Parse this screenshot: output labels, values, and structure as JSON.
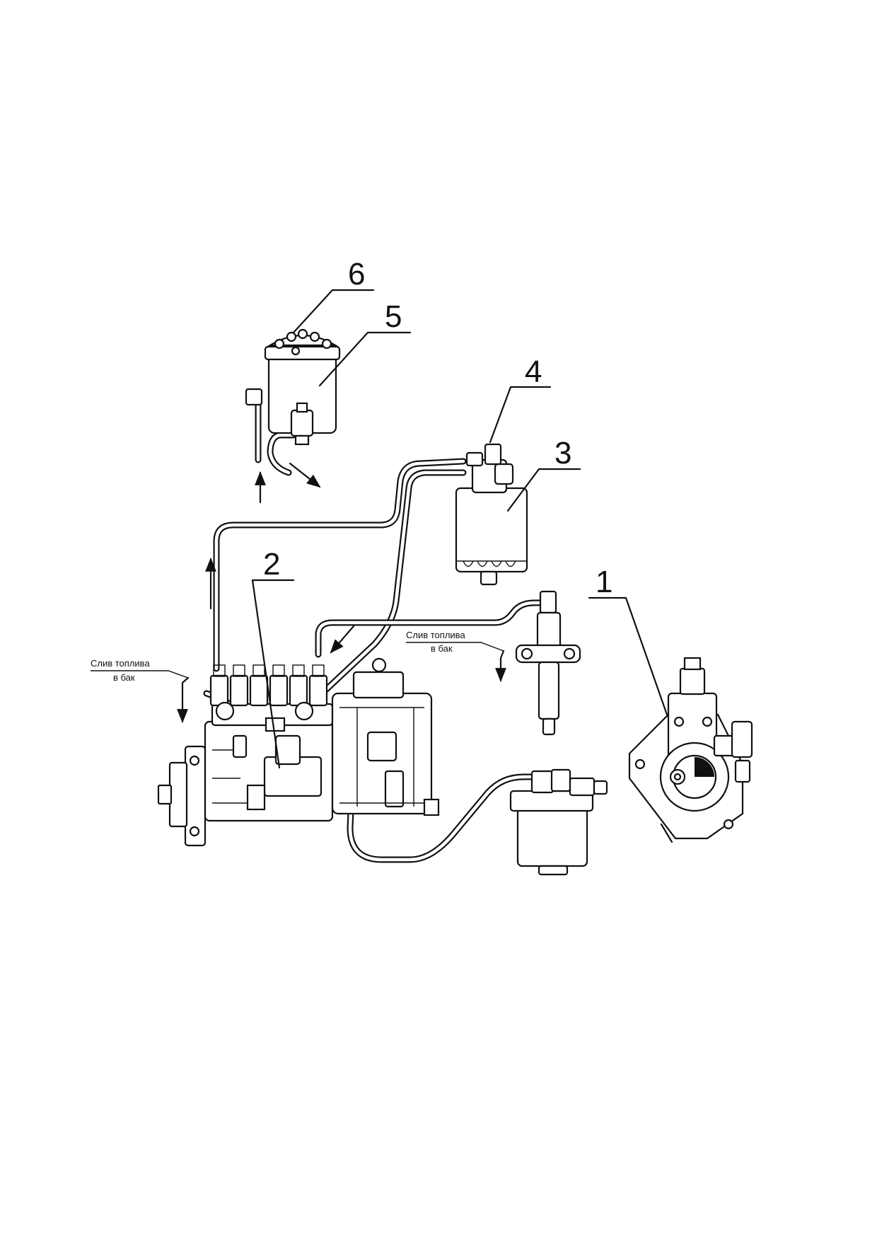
{
  "callouts": [
    {
      "id": "1",
      "text": "1"
    },
    {
      "id": "2",
      "text": "2"
    },
    {
      "id": "3",
      "text": "3"
    },
    {
      "id": "4",
      "text": "4"
    },
    {
      "id": "5",
      "text": "5"
    },
    {
      "id": "6",
      "text": "6"
    }
  ],
  "notes": {
    "drain_left": {
      "line1": "Слив топлива",
      "line2": "в бак"
    },
    "drain_right": {
      "line1": "Слив топлива",
      "line2": "в бак"
    }
  },
  "colors": {
    "ink": "#111111",
    "paper": "#ffffff"
  }
}
